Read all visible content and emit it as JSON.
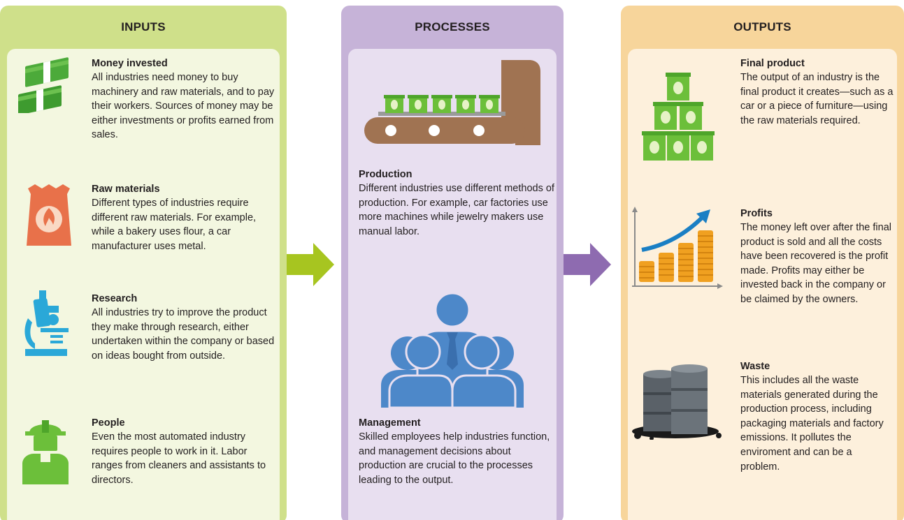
{
  "columns": {
    "inputs": {
      "title": "INPUTS",
      "items": [
        {
          "icon": "money-icon",
          "title": "Money invested",
          "text": "All industries need money to buy machinery and raw materials, and to pay their workers. Sources of money may be either investments or profits earned from sales."
        },
        {
          "icon": "raw-materials-sack-icon",
          "title": "Raw materials",
          "text": "Different types of industries require different raw materials. For example, while a bakery uses flour, a car manufacturer uses metal."
        },
        {
          "icon": "microscope-icon",
          "title": "Research",
          "text": "All industries try to improve the product they make through research, either undertaken within the company or based on ideas bought from outside."
        },
        {
          "icon": "worker-icon",
          "title": "People",
          "text": "Even the most automated industry requires people to work in it. Labor ranges from cleaners and assistants to directors."
        }
      ]
    },
    "processes": {
      "title": "PROCESSES",
      "items": [
        {
          "icon": "conveyor-belt-icon",
          "title": "Production",
          "text": "Different industries use different methods of production. For example, car factories use more machines while jewelry makers use manual labor."
        },
        {
          "icon": "team-icon",
          "title": "Management",
          "text": "Skilled employees help industries function, and management decisions about production are crucial to the processes leading to the output."
        }
      ]
    },
    "outputs": {
      "title": "OUTPUTS",
      "items": [
        {
          "icon": "stacked-cans-icon",
          "title": "Final product",
          "text": "The output of an industry is the final product it creates—such as a car or a piece of furniture—using the raw materials required."
        },
        {
          "icon": "profit-chart-icon",
          "title": "Profits",
          "text": "The money left over after the final product is sold and all the costs have been recovered is the profit made. Profits may either be invested back in the company or be claimed by the owners."
        },
        {
          "icon": "oil-barrels-icon",
          "title": "Waste",
          "text": "This includes all the waste materials generated during the production process, including packaging materials and factory emissions. It pollutes the enviroment and can be a problem."
        }
      ]
    }
  },
  "colors": {
    "inputs_header": "#cfe08a",
    "inputs_body": "#f3f7e0",
    "processes_header": "#c6b3d8",
    "processes_body": "#e8dff0",
    "outputs_header": "#f7d59b",
    "outputs_body": "#fdf0dc",
    "arrow_green": "#a7c520",
    "arrow_purple": "#8e6bb0"
  }
}
